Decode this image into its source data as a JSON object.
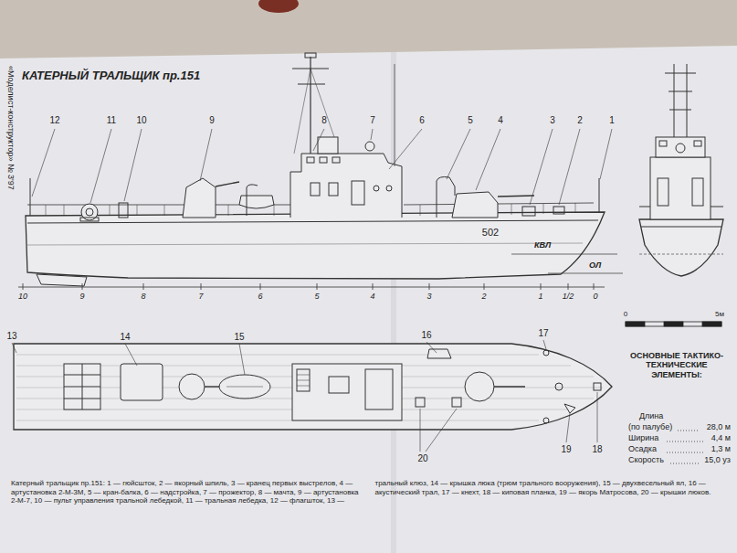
{
  "diagram": {
    "title": "КАТЕРНЫЙ ТРАЛЬЩИК пр.151",
    "caption": "Катерный тральщик пр.151: 1 — гюйсшток, 2 — якорный шпиль, 3 — кранец первых выстрелов, 4 — артустановка 2-М-3М, 5 — кран-балка, 6 — надстройка, 7 — прожектор, 8 — мачта, 9 — артустановка 2-М-7, 10 — пульт управления тральной лебедкой, 11 — тральная лебедка, 12 — флагшток, 13 — тральный клюз, 14 — крышка люка (трюм трального вооружения), 15 — двухвесельный ял, 16 — акустический трал, 17 — кнехт, 18 — киповая планка, 19 — якорь Матросова, 20 — крышки люков.",
    "labels": [
      "«Моделист-конструктор» № 3'97",
      "12",
      "11",
      "10",
      "9",
      "8",
      "7",
      "6",
      "5",
      "4",
      "3",
      "2",
      "1",
      "502",
      "КВЛ",
      "ОЛ",
      "10",
      "9",
      "8",
      "7",
      "6",
      "5",
      "4",
      "3",
      "2",
      "1",
      "1/2",
      "0",
      "0",
      "5м",
      "13",
      "14",
      "15",
      "16",
      "17",
      "20",
      "19",
      "18",
      "ОСНОВНЫЕ ТАКТИКО-ТЕХНИЧЕСКИЕ ЭЛЕМЕНТЫ:",
      "Длина",
      "(по палубе)",
      "28,0 м",
      "Ширина",
      "4,4 м",
      "Осадка",
      "1,3 м",
      "Скорость",
      "15,0 уз"
    ]
  }
}
